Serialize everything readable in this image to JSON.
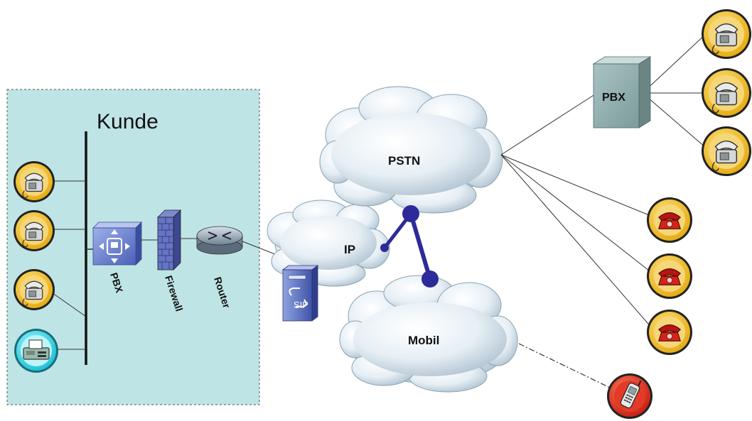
{
  "customer_zone": {
    "title": "Kunde",
    "pbx_label": "PBX",
    "firewall_label": "Firewall",
    "router_label": "Router"
  },
  "clouds": {
    "pstn": "PSTN",
    "ip": "IP",
    "mobile": "Mobil"
  },
  "remote_pbx": {
    "label": "PBX"
  },
  "sip_server": {
    "label": "SIP"
  },
  "colors": {
    "zone_fill": "#bfe4e6",
    "phone_ring": "#f2c12e",
    "fax_ring": "#39d6e6",
    "network_link": "#2d2a9a",
    "cloud_fill": "#e3eef4"
  },
  "icons": {
    "customer_phone": "desk-phone-icon",
    "fax": "fax-icon",
    "pbx_device": "pbx-icon",
    "firewall": "firewall-icon",
    "router": "router-icon",
    "sip_server": "sip-server-icon",
    "red_phone": "red-phone-icon",
    "mobile_phone": "mobile-phone-icon"
  }
}
